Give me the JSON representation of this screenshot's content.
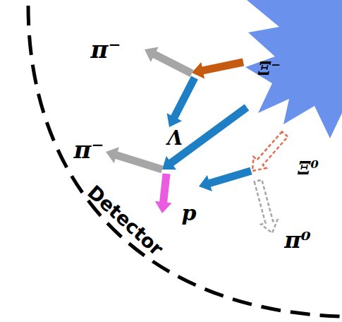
{
  "diagram": {
    "labels": [
      "π⁻",
      "Ξ⁻",
      "Λ",
      "π⁻",
      "Ξ⁰",
      "p",
      "Detector",
      "π⁰"
    ]
  }
}
